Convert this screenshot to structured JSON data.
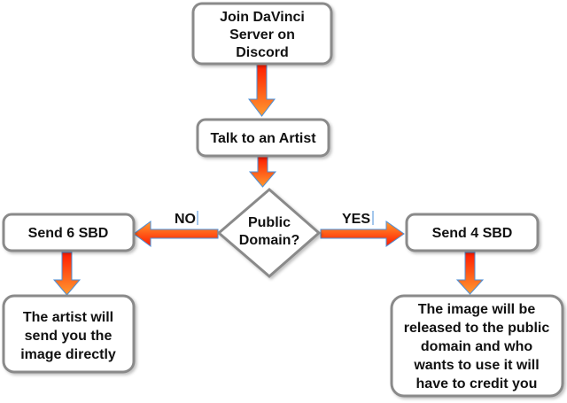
{
  "nodes": {
    "start": [
      "Join DaVinci",
      "Server on",
      "Discord"
    ],
    "talk": [
      "Talk to an Artist"
    ],
    "decision": [
      "Public",
      "Domain?"
    ],
    "no_pay": [
      "Send 6 SBD"
    ],
    "yes_pay": [
      "Send 4 SBD"
    ],
    "no_result": [
      "The artist will",
      "send you the",
      "image directly"
    ],
    "yes_result": [
      "The image will be",
      "released to the public",
      "domain and who",
      "wants to use it will",
      "have to credit you"
    ]
  },
  "edges": {
    "no_label": "NO",
    "yes_label": "YES"
  },
  "colors": {
    "arrow_top": "#ff1a00",
    "arrow_bottom": "#ff9a30",
    "border": "#8a8a8a"
  }
}
